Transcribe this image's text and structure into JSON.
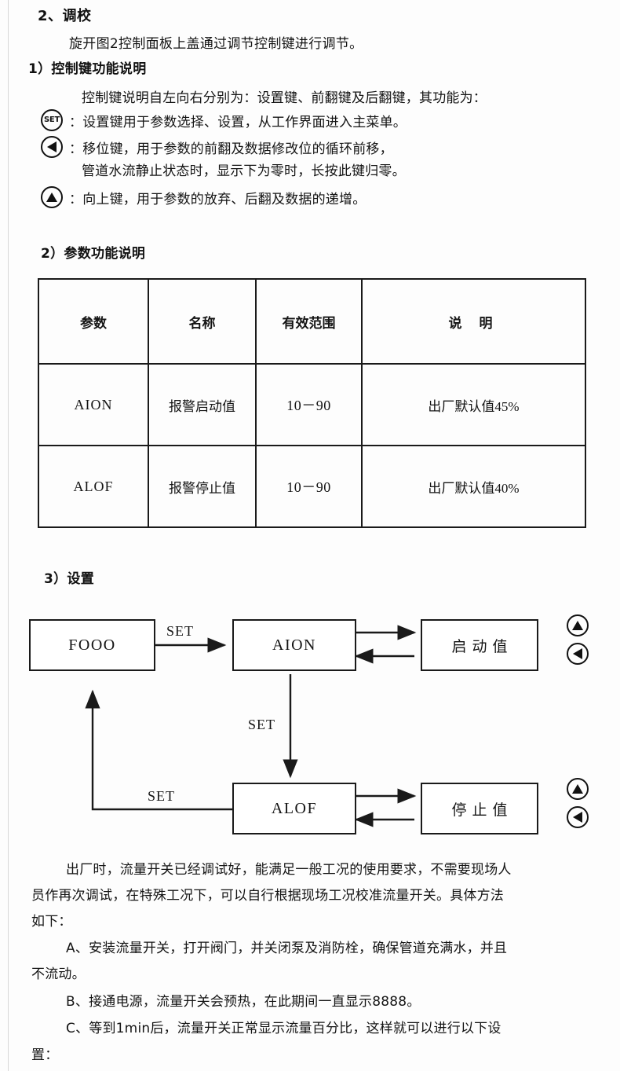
{
  "document": {
    "heading": "2、调校",
    "intro": "旋开图2控制面板上盖通过调节控制键进行调节。",
    "section1": {
      "title": "1）控制键功能说明",
      "lead": "控制键说明自左向右分别为：设置键、前翻键及后翻键，其功能为：",
      "keys": [
        {
          "icon": "set-button-icon",
          "icon_label": "SET",
          "text": "：设置键用于参数选择、设置，从工作界面进入主菜单。"
        },
        {
          "icon": "left-triangle-button-icon",
          "icon_label": "",
          "text": "：移位键，用于参数的前翻及数据修改位的循环前移，",
          "continuation": "管道水流静止状态时，显示下为零时，长按此键归零。"
        },
        {
          "icon": "up-triangle-button-icon",
          "icon_label": "",
          "text": "：向上键，用于参数的放弃、后翻及数据的递增。"
        }
      ]
    },
    "section2": {
      "title": "2）参数功能说明",
      "table": {
        "headers": [
          "参数",
          "名称",
          "有效范围",
          "说  明"
        ],
        "rows": [
          {
            "param": "AION",
            "name": "报警启动值",
            "range": "10－90",
            "desc_cn": "出厂默认值",
            "desc_val": "45%"
          },
          {
            "param": "ALOF",
            "name": "报警停止值",
            "range": "10－90",
            "desc_cn": "出厂默认值",
            "desc_val": "40%"
          }
        ]
      }
    },
    "section3": {
      "title": "3）设置",
      "diagram": {
        "boxes": {
          "start": "FOOO",
          "aion": "AION",
          "aion_value": "启动值",
          "alof": "ALOF",
          "alof_value": "停止值"
        },
        "edge_labels": {
          "start_to_aion": "SET",
          "aion_to_alof": "SET",
          "alof_to_start": "SET"
        },
        "side_buttons": [
          {
            "up": "up-triangle-button-icon",
            "left": "left-triangle-button-icon"
          },
          {
            "up": "up-triangle-button-icon",
            "left": "left-triangle-button-icon"
          }
        ]
      }
    },
    "body": {
      "paragraph_lines": [
        "出厂时，流量开关已经调试好，能满足一般工况的使用要求，不需要现场人",
        "员作再次调试，在特殊工况下，可以自行根据现场工况校准流量开关。具体方法",
        "如下："
      ],
      "steps": [
        {
          "lines": [
            "A、安装流量开关，打开阀门，并关闭泵及消防栓，确保管道充满水，并且",
            "不流动。"
          ]
        },
        {
          "lines": [
            "B、接通电源，流量开关会预热，在此期间一直显示8888。"
          ]
        },
        {
          "lines": [
            "C、等到1min后，流量开关正常显示流量百分比，这样就可以进行以下设",
            "置："
          ]
        }
      ]
    }
  },
  "colors": {
    "ink": "#141414",
    "rule": "#1a1a1a",
    "page": "#fdfdfd"
  }
}
